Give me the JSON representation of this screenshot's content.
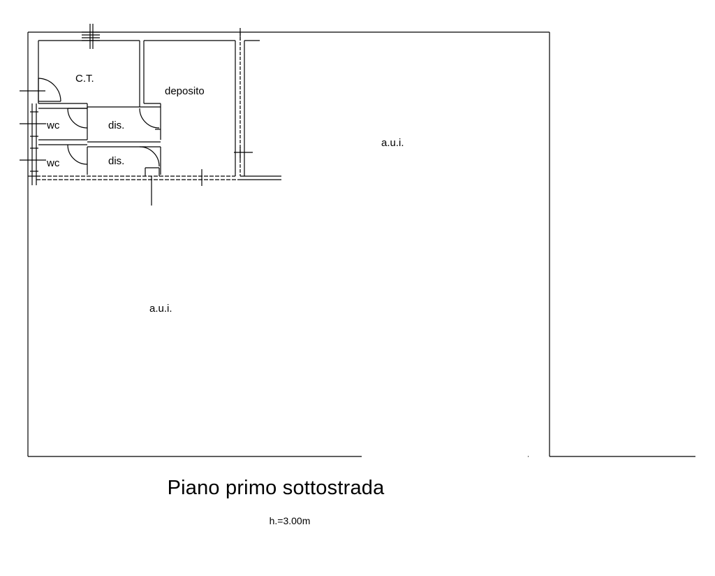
{
  "plan": {
    "title": "Piano primo sottostrada",
    "height_note": "h.=3.00m"
  },
  "rooms": {
    "ct": "C.T.",
    "deposito": "deposito",
    "wc_1": "wc",
    "wc_2": "wc",
    "dis_1": "dis.",
    "dis_2": "dis.",
    "aui_1": "a.u.i.",
    "aui_2": "a.u.i."
  },
  "colors": {
    "line": "#000000",
    "background": "#ffffff"
  }
}
